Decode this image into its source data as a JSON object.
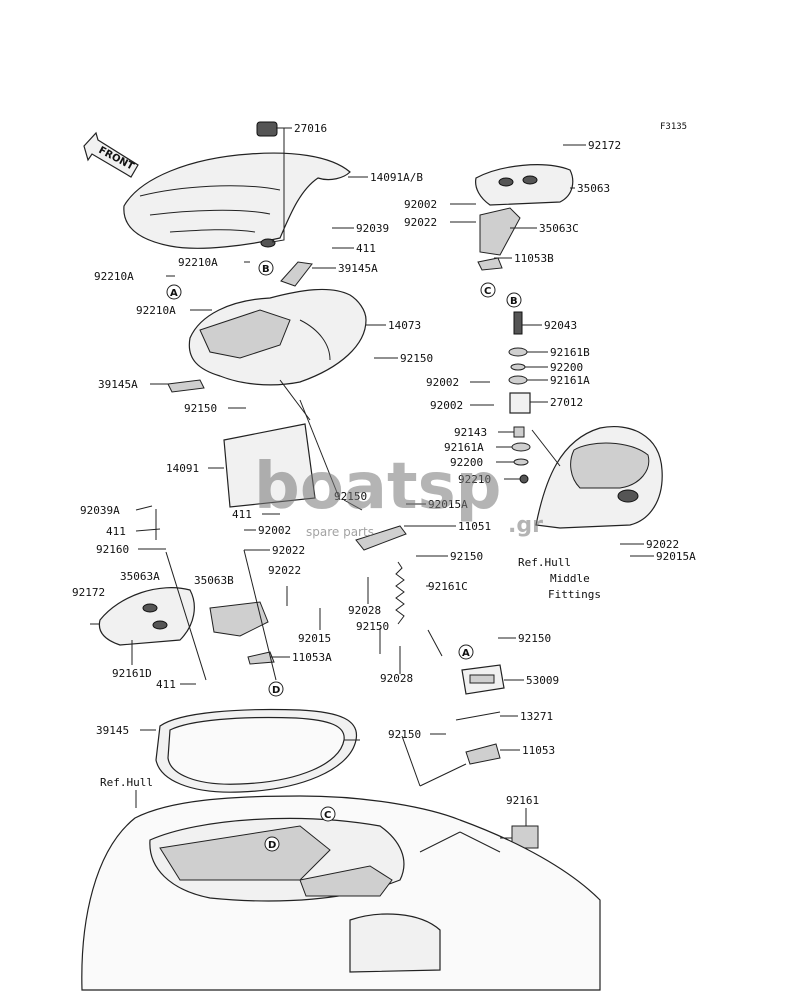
{
  "diagram_code": "F3135",
  "front_label": "FRONT",
  "watermark": {
    "brand": "boatsp",
    "tld": ".gr",
    "tagline": "spare parts"
  },
  "references": {
    "hull_middle_line1": "Ref.Hull",
    "hull_middle_line2": "Middle",
    "hull_middle_line3": "Fittings",
    "hull": "Ref.Hull"
  },
  "callout_letters": {
    "A": "A",
    "B": "B",
    "C": "C",
    "D": "D"
  },
  "parts": [
    "27016",
    "14091A/B",
    "92039",
    "411",
    "39145A",
    "92210A",
    "92210A",
    "92210A",
    "14073",
    "92150",
    "39145A",
    "92150",
    "14091",
    "92172",
    "35063",
    "92002",
    "92022",
    "35063C",
    "11053B",
    "92043",
    "92161B",
    "92200",
    "92161A",
    "92002",
    "92002",
    "27012",
    "92143",
    "92161A",
    "92200",
    "92210",
    "92150",
    "92015A",
    "411",
    "92002",
    "11051",
    "92022",
    "92150",
    "92039A",
    "411",
    "92160",
    "92022",
    "35063A",
    "35063B",
    "92172",
    "92015",
    "92028",
    "92161C",
    "92150",
    "11053A",
    "92161D",
    "411",
    "92028",
    "92150",
    "53009",
    "39145",
    "13271",
    "92150",
    "11053",
    "92161",
    "92022",
    "92015A"
  ]
}
